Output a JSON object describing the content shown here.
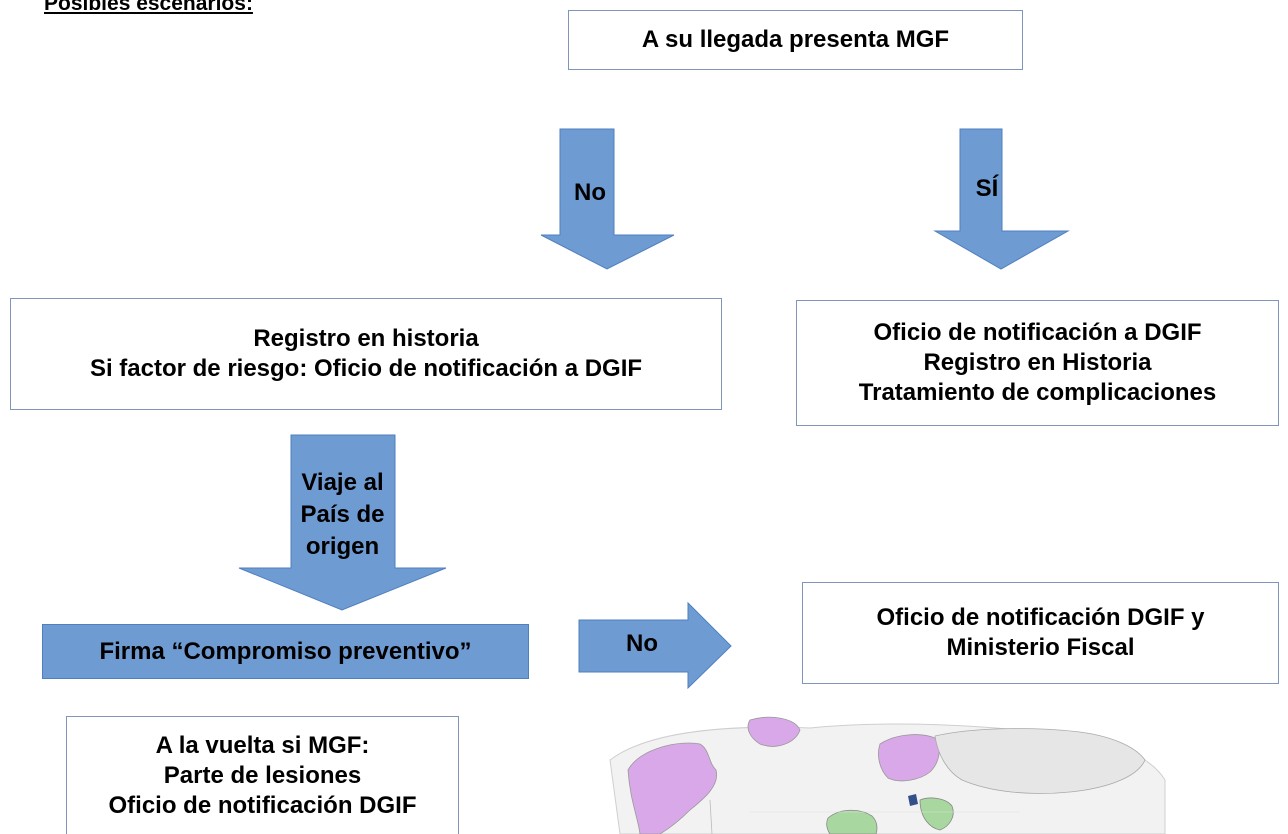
{
  "heading": "Posibles escenarios:",
  "top_box": "A su llegada presenta MGF",
  "arrow_no_left": "No",
  "arrow_si_right": "SÍ",
  "left_box": [
    "Registro en historia",
    "Si factor de riesgo: Oficio de notificación a DGIF"
  ],
  "right_box": [
    "Oficio de notificación a DGIF",
    "Registro en Historia",
    "Tratamiento de complicaciones"
  ],
  "arrow_viaje": [
    "Viaje al",
    "País de",
    "origen"
  ],
  "firma_box": "Firma “Compromiso preventivo”",
  "arrow_no_right": "No",
  "fiscal_box": [
    "Oficio de notificación DGIF y",
    "Ministerio Fiscal"
  ],
  "vuelta_box": [
    "A la vuelta si MGF:",
    "Parte de lesiones",
    "Oficio de notificación DGIF"
  ],
  "colors": {
    "arrow_fill": "#6f9bd3",
    "arrow_stroke": "#4f7fbf",
    "box_border": "#7f96b8",
    "map_purple": "#d9a8e8",
    "map_gray": "#e6e6e6",
    "map_green": "#a8d8a0"
  }
}
